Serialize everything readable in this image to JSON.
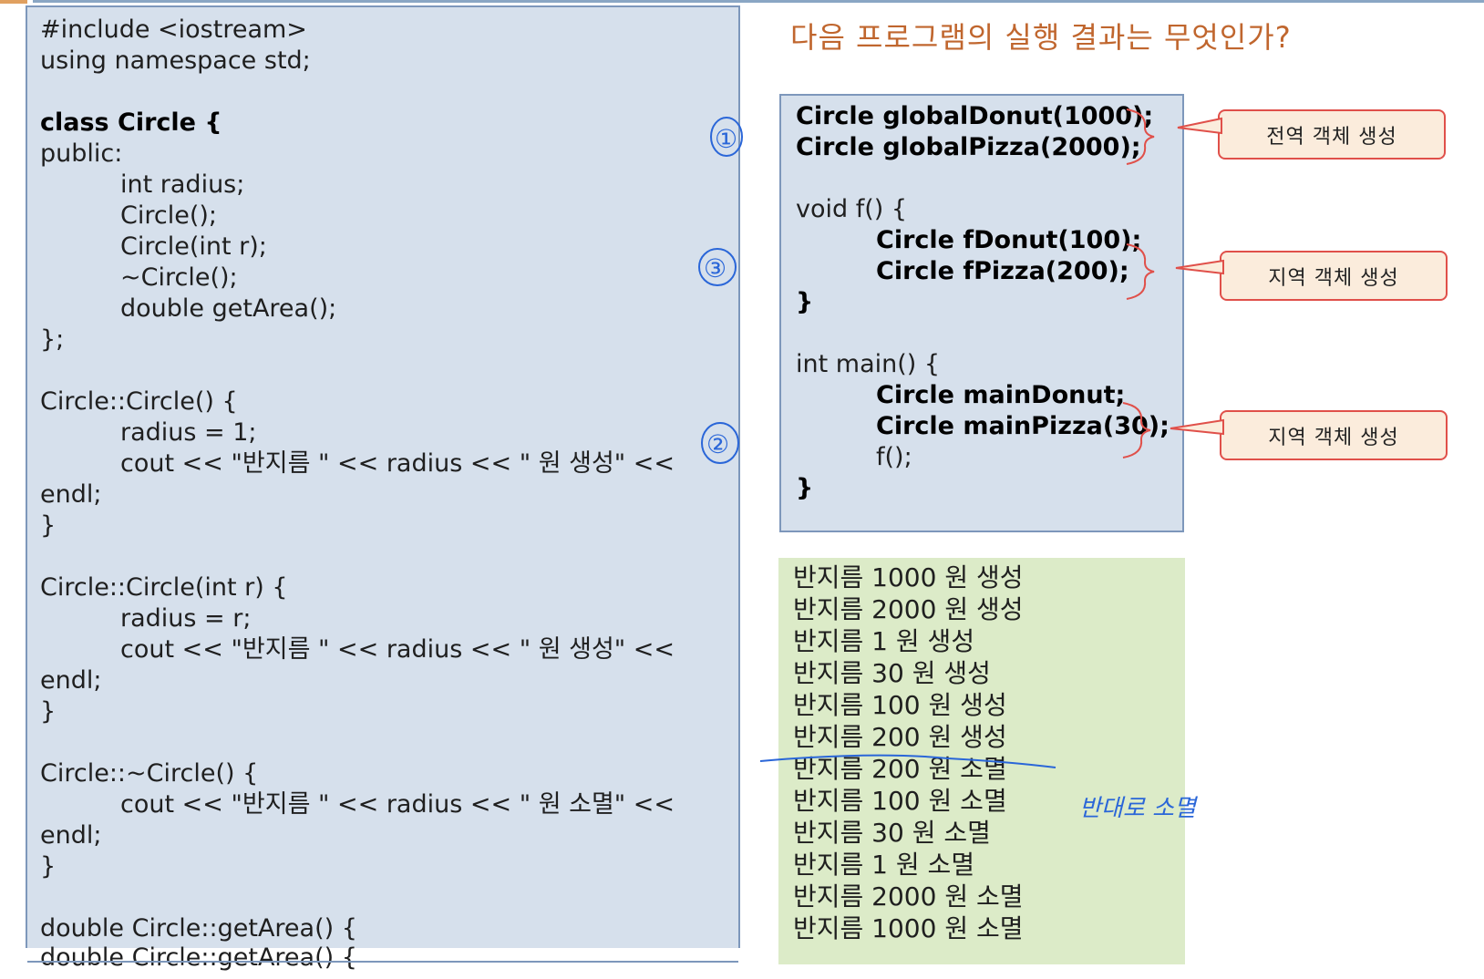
{
  "question": "다음 프로그램의 실행 결과는 무엇인가?",
  "code_lines": [
    "#include <iostream>",
    "using namespace std;",
    "class Circle {",
    "public:",
    "int radius;",
    "Circle();",
    "Circle(int r);",
    "~Circle();",
    "double getArea();",
    "};",
    "Circle::Circle() {",
    "radius = 1;",
    "cout << \"반지름 \" << radius << \" 원 생성\" <<",
    "endl;",
    "}",
    "Circle::Circle(int r) {",
    "radius = r;",
    "cout << \"반지름 \" << radius << \" 원 생성\" <<",
    "endl;",
    "}",
    "Circle::~Circle() {",
    "cout << \"반지름 \" << radius << \" 원 소멸\" <<",
    "endl;",
    "}",
    "double Circle::getArea() {"
  ],
  "annotations": {
    "mark1": "①",
    "mark2": "②",
    "mark3": "③",
    "handwritten": "반대로 소멸"
  },
  "main_lines": [
    "Circle globalDonut(1000);",
    "Circle globalPizza(2000);",
    "void f() {",
    "Circle fDonut(100);",
    "Circle fPizza(200);",
    "}",
    "int main() {",
    "Circle mainDonut;",
    "Circle mainPizza(30);",
    "f();",
    "}"
  ],
  "callouts": {
    "global": "전역 객체 생성",
    "local1": "지역 객체 생성",
    "local2": "지역 객체 생성"
  },
  "output_lines": [
    "반지름 1000 원 생성",
    "반지름 2000 원 생성",
    "반지름 1 원 생성",
    "반지름 30 원 생성",
    "반지름 100 원 생성",
    "반지름 200 원 생성",
    "반지름 200 원 소멸",
    "반지름 100 원 소멸",
    "반지름 30 원 소멸",
    "반지름 1 원 소멸",
    "반지름 2000 원 소멸",
    "반지름 1000 원 소멸"
  ],
  "colors": {
    "code_bg": "#d6e0ec",
    "output_bg": "#dcebc8",
    "callout_border": "#e0504a",
    "question": "#c0662e",
    "ink": "#2a66d8"
  }
}
